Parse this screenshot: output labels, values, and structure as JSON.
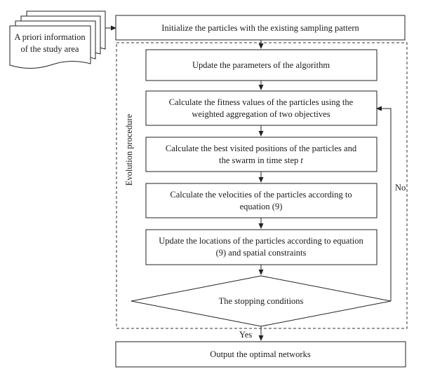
{
  "colors": {
    "stroke": "#222222",
    "background": "#ffffff",
    "text": "#1a1a1a"
  },
  "diagram": {
    "input": {
      "line1": "A priori information",
      "line2": "of the study area"
    },
    "init": "Initialize the particles with the existing sampling pattern",
    "group_label": "Evolution procedure",
    "step1": "Update the parameters of the algorithm",
    "step2": {
      "line1": "Calculate the fitness values of the particles using the",
      "line2": "weighted aggregation of two objectives"
    },
    "step3": {
      "line1": "Calculate the best visited positions of the particles and",
      "line2": "the swarm in time step ",
      "line2_italic": "t"
    },
    "step4": {
      "line1": "Calculate the velocities of the particles according to",
      "line2": "equation (9)"
    },
    "step5": {
      "line1": "Update the locations of the particles according to equation",
      "line2": "(9) and spatial constraints"
    },
    "decision": "The stopping conditions",
    "label_no": "No",
    "label_yes": "Yes",
    "output": "Output the optimal networks"
  }
}
